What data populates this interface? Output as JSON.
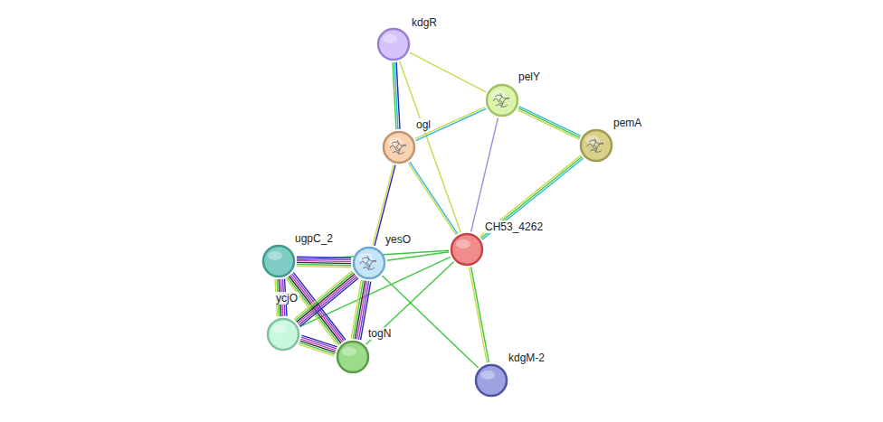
{
  "diagram": {
    "nodes": [
      {
        "text": [
          "kdgR"
        ]
      },
      {
        "text": [
          "pelY"
        ]
      },
      {
        "text": [
          "ogl"
        ]
      },
      {
        "text": [
          "pemA"
        ]
      },
      {
        "text": [
          "CH53_4262"
        ]
      },
      {
        "text": [
          "ugpC_2"
        ]
      },
      {
        "text": [
          "yesO"
        ]
      },
      {
        "text": [
          "ycjO"
        ]
      },
      {
        "text": [
          "togN"
        ]
      },
      {
        "text": [
          "kdgM-2"
        ]
      }
    ],
    "edges": [
      {
        "from": 0,
        "to": 2,
        "arrow": "none"
      },
      {
        "from": 0,
        "to": 1,
        "arrow": "none"
      },
      {
        "from": 0,
        "to": 4,
        "arrow": "none"
      },
      {
        "from": 1,
        "to": 2,
        "arrow": "none"
      },
      {
        "from": 1,
        "to": 3,
        "arrow": "none"
      },
      {
        "from": 1,
        "to": 4,
        "arrow": "none"
      },
      {
        "from": 2,
        "to": 4,
        "arrow": "none"
      },
      {
        "from": 2,
        "to": 6,
        "arrow": "none"
      },
      {
        "from": 3,
        "to": 4,
        "arrow": "none"
      },
      {
        "from": 4,
        "to": 6,
        "arrow": "none"
      },
      {
        "from": 4,
        "to": 5,
        "arrow": "none"
      },
      {
        "from": 4,
        "to": 7,
        "arrow": "none"
      },
      {
        "from": 4,
        "to": 8,
        "arrow": "none"
      },
      {
        "from": 4,
        "to": 9,
        "arrow": "none"
      },
      {
        "from": 6,
        "to": 9,
        "arrow": "none"
      },
      {
        "from": 5,
        "to": 6,
        "arrow": "none"
      },
      {
        "from": 5,
        "to": 7,
        "arrow": "none"
      },
      {
        "from": 5,
        "to": 8,
        "arrow": "none"
      },
      {
        "from": 6,
        "to": 7,
        "arrow": "none"
      },
      {
        "from": 6,
        "to": 8,
        "arrow": "none"
      },
      {
        "from": 7,
        "to": 8,
        "arrow": "none"
      }
    ]
  }
}
